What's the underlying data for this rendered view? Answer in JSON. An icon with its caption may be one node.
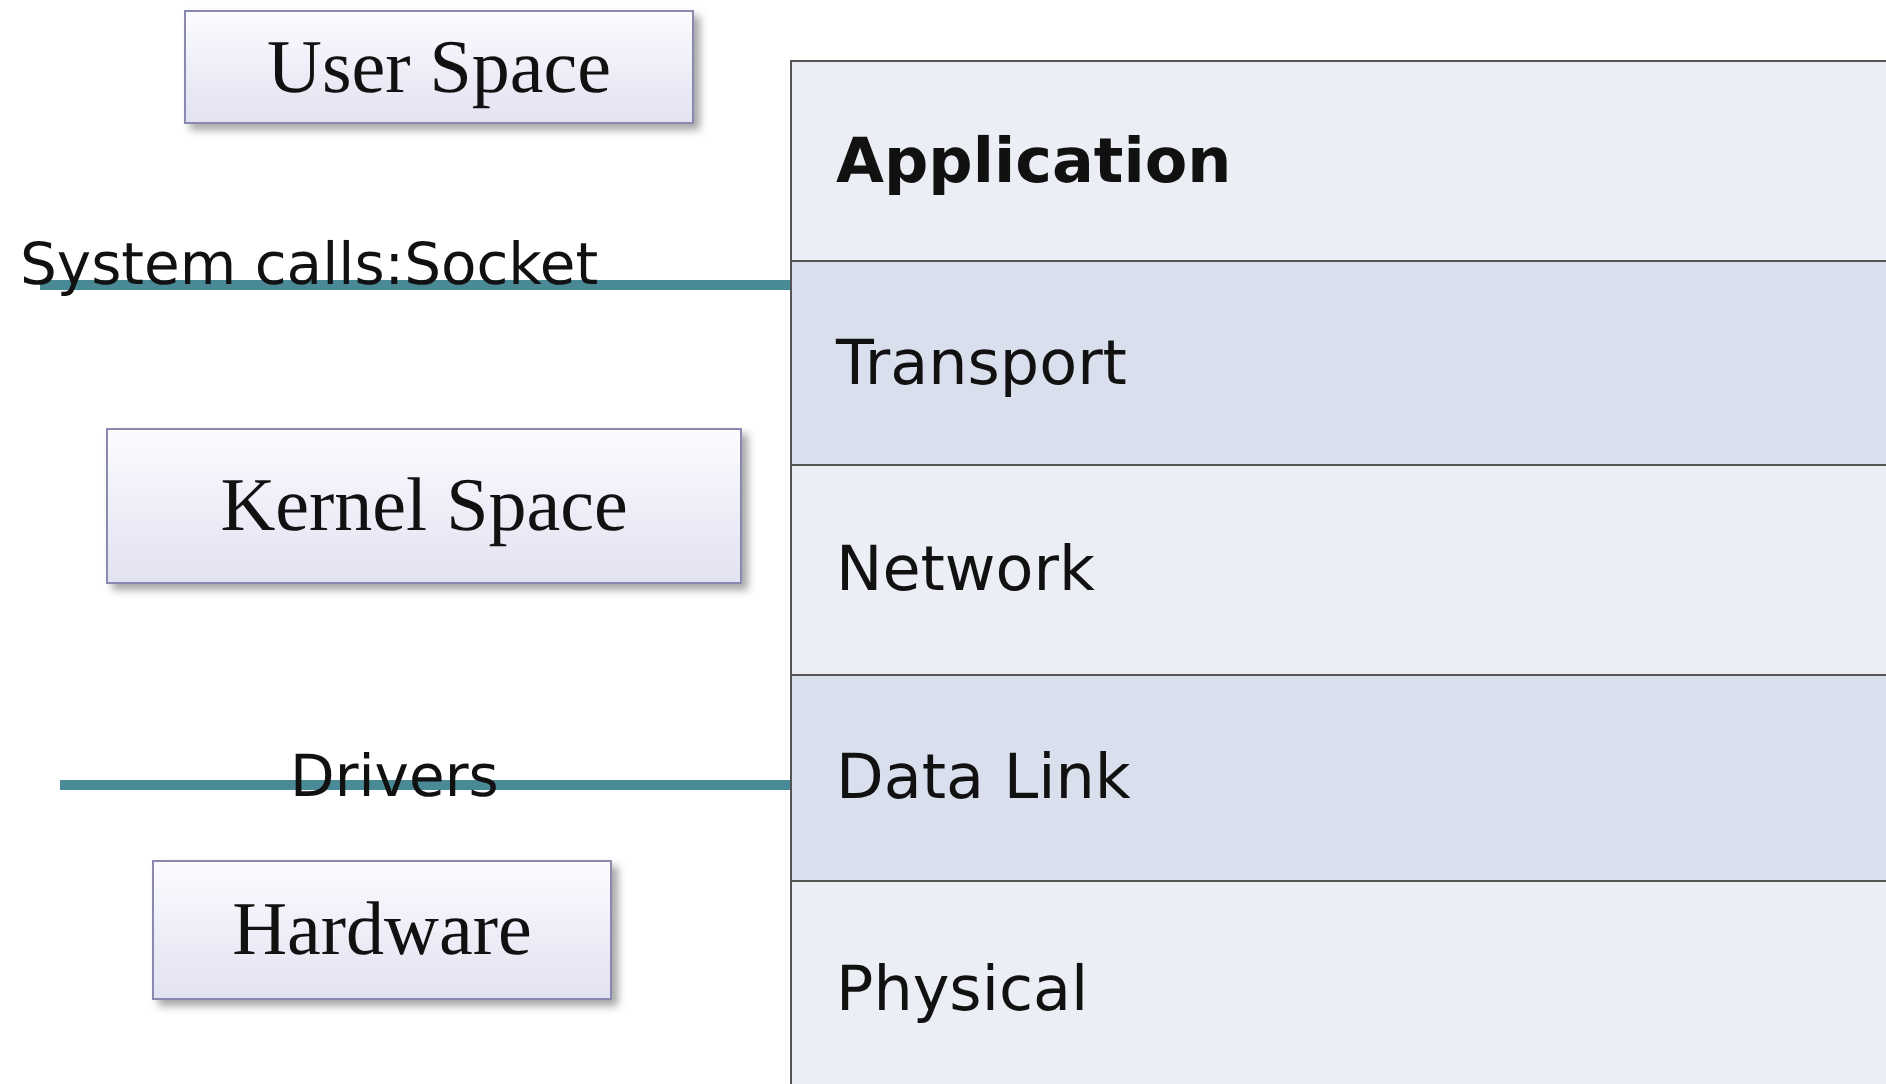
{
  "diagram": {
    "nodes": [
      {
        "text": [
          "User Space"
        ]
      },
      {
        "text": [
          "Kernel Space"
        ]
      },
      {
        "text": [
          "Hardware"
        ]
      },
      {
        "text": [
          "Application"
        ]
      },
      {
        "text": [
          "Transport"
        ]
      },
      {
        "text": [
          "Network"
        ]
      },
      {
        "text": [
          "Data Link"
        ]
      },
      {
        "text": [
          "Physical"
        ]
      }
    ],
    "edges": [],
    "labels": [
      "System calls:Socket",
      "Drivers"
    ]
  }
}
